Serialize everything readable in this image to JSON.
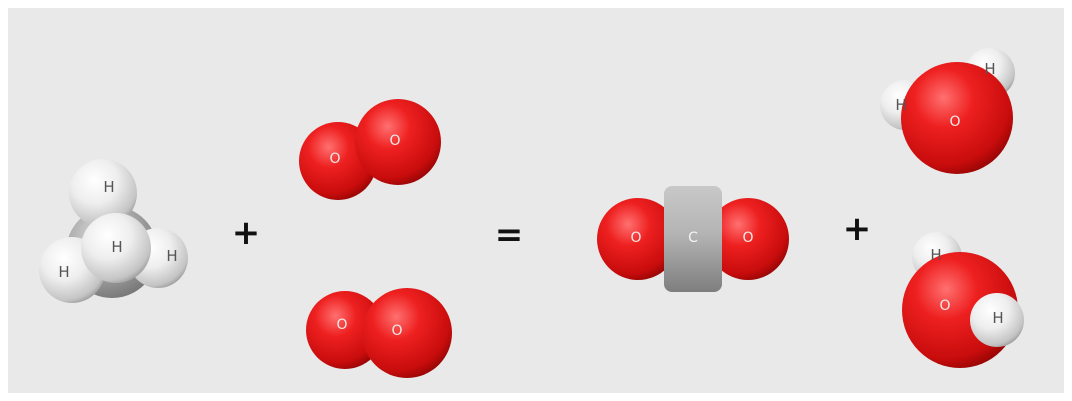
{
  "equation": {
    "reactants": [
      {
        "molecule": "methane",
        "atoms": [
          {
            "element": "H",
            "label": "H",
            "color": "#f0f0f0"
          },
          {
            "element": "H",
            "label": "H",
            "color": "#f0f0f0"
          },
          {
            "element": "H",
            "label": "H",
            "color": "#f0f0f0"
          },
          {
            "element": "H",
            "label": "H",
            "color": "#f0f0f0"
          },
          {
            "element": "C",
            "label": "",
            "color": "#9a9a9a"
          }
        ]
      },
      {
        "molecule": "oxygen",
        "atoms": [
          {
            "element": "O",
            "label": "O",
            "color": "#e01818"
          },
          {
            "element": "O",
            "label": "O",
            "color": "#e01818"
          }
        ]
      },
      {
        "molecule": "oxygen",
        "atoms": [
          {
            "element": "O",
            "label": "O",
            "color": "#e01818"
          },
          {
            "element": "O",
            "label": "O",
            "color": "#e01818"
          }
        ]
      }
    ],
    "products": [
      {
        "molecule": "carbon dioxide",
        "atoms": [
          {
            "element": "O",
            "label": "O",
            "color": "#e01818"
          },
          {
            "element": "C",
            "label": "C",
            "color": "#a8a8a8"
          },
          {
            "element": "O",
            "label": "O",
            "color": "#e01818"
          }
        ]
      },
      {
        "molecule": "water",
        "atoms": [
          {
            "element": "O",
            "label": "O",
            "color": "#e01818"
          },
          {
            "element": "H",
            "label": "H",
            "color": "#f0f0f0"
          },
          {
            "element": "H",
            "label": "H",
            "color": "#f0f0f0"
          }
        ]
      },
      {
        "molecule": "water",
        "atoms": [
          {
            "element": "O",
            "label": "O",
            "color": "#e01818"
          },
          {
            "element": "H",
            "label": "H",
            "color": "#f0f0f0"
          },
          {
            "element": "H",
            "label": "H",
            "color": "#f0f0f0"
          }
        ]
      }
    ],
    "operators": {
      "plus_1": "+",
      "equals": "=",
      "plus_2": "+"
    }
  },
  "colors": {
    "background": "#e9e9e9",
    "oxygen": "#e01818",
    "hydrogen": "#f0f0f0",
    "carbon": "#a8a8a8"
  }
}
